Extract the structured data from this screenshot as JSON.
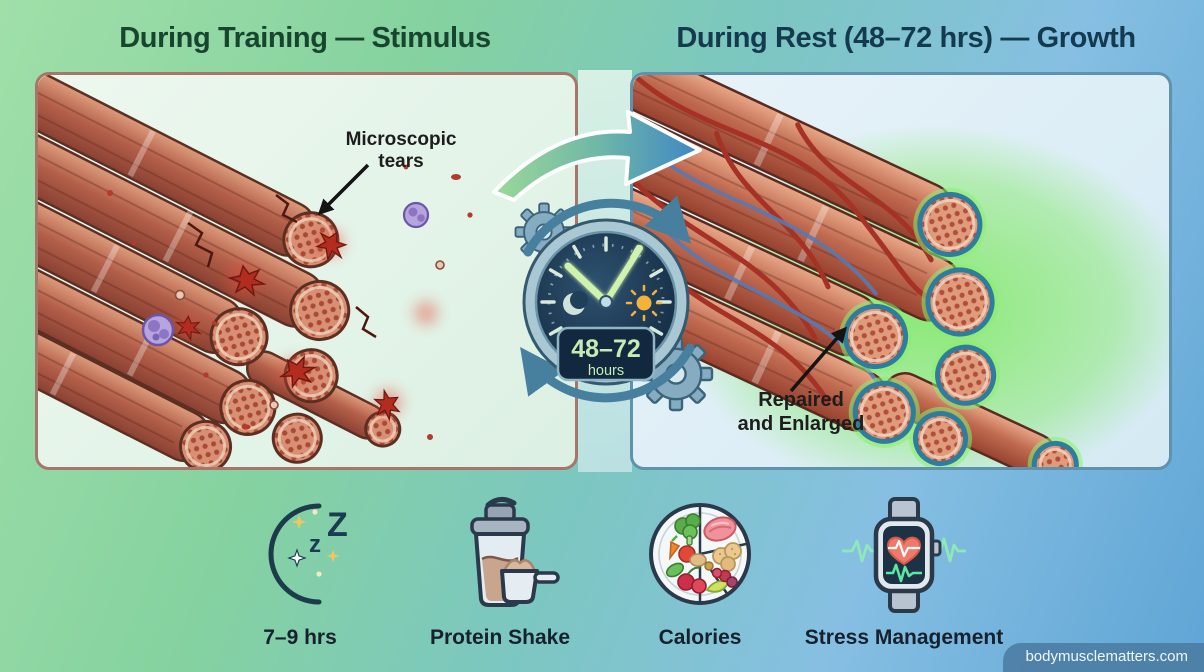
{
  "titles": {
    "left": "During Training — Stimulus",
    "right": "During Rest (48–72 hrs) — Growth"
  },
  "annotations": {
    "tears_line1": "Microscopic",
    "tears_line2": "tears",
    "repaired_line1": "Repaired",
    "repaired_line2": "and Enlarged"
  },
  "clock": {
    "range": "48–72",
    "unit": "hours"
  },
  "sleep_icon": {
    "z_small": "z",
    "z_big": "Z"
  },
  "recovery_factors": [
    {
      "icon": "moon-sleep-icon",
      "label": "7–9 hrs"
    },
    {
      "icon": "protein-shaker-icon",
      "label": "Protein Shake"
    },
    {
      "icon": "nutrition-plate-icon",
      "label": "Calories"
    },
    {
      "icon": "smartwatch-heart-icon",
      "label": "Stress Management"
    }
  ],
  "watermark": "bodymusclematters.com",
  "colors": {
    "left_title": "#18452f",
    "right_title": "#143a50",
    "panel_left_border": "#a8756b",
    "panel_right_border": "#5f93ad",
    "transition_arrow": "#4a86b8",
    "growth_glow": "#7ce85e",
    "clock_face": "#1d3a52",
    "clock_text": "#c6ecb4"
  }
}
